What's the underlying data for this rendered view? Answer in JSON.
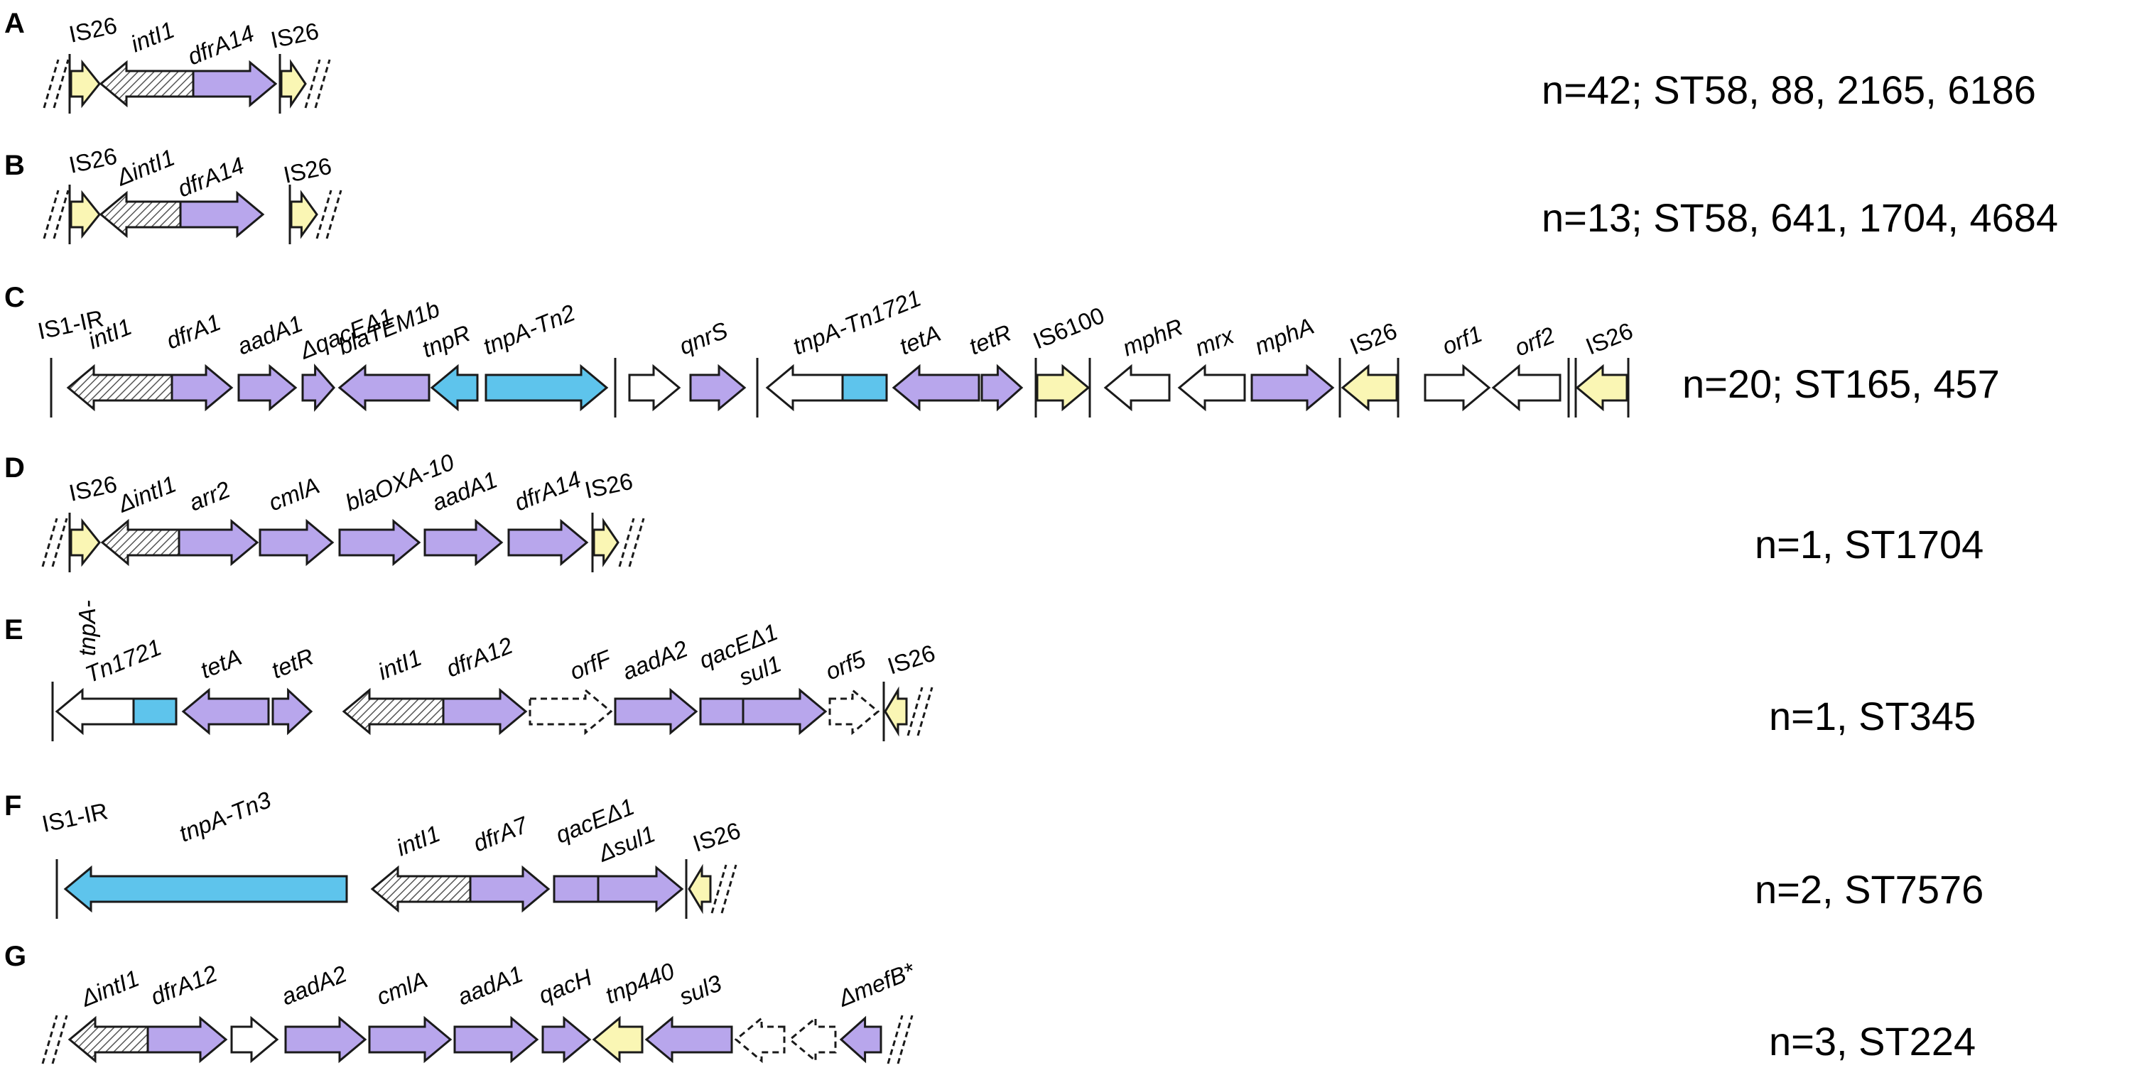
{
  "colors": {
    "purple": "#b8a6ec",
    "blue": "#5ec4ec",
    "yellow": "#faf6b4",
    "white": "#ffffff",
    "outline": "#1a1a1a"
  },
  "rows": [
    {
      "letter": "A",
      "summary": "n=42; ST58, 88, 2165, 6186",
      "labels": [
        {
          "text": "IS26",
          "italic": false
        },
        {
          "text": "intI1",
          "italic": true
        },
        {
          "text": "dfrA14",
          "italic": true
        },
        {
          "text": "IS26",
          "italic": false
        }
      ]
    },
    {
      "letter": "B",
      "summary": "n=13; ST58, 641, 1704, 4684",
      "labels": [
        {
          "text": "IS26",
          "italic": false
        },
        {
          "text": "ΔintI1",
          "italic": true
        },
        {
          "text": "dfrA14",
          "italic": true
        },
        {
          "text": "IS26",
          "italic": false
        }
      ]
    },
    {
      "letter": "C",
      "summary": "n=20; ST165, 457",
      "labels": [
        {
          "text": "IS1-IR",
          "italic": false
        },
        {
          "text": "intI1",
          "italic": true
        },
        {
          "text": "dfrA1",
          "italic": true
        },
        {
          "text": "aadA1",
          "italic": true
        },
        {
          "text": "ΔqacEΔ1",
          "italic": true
        },
        {
          "text": "blaTEM1b",
          "italic": true
        },
        {
          "text": "tnpR",
          "italic": true
        },
        {
          "text": "tnpA-Tn2",
          "italic": true
        },
        {
          "text": "qnrS",
          "italic": true
        },
        {
          "text": "tnpA-Tn1721",
          "italic": true
        },
        {
          "text": "tetA",
          "italic": true
        },
        {
          "text": "tetR",
          "italic": true
        },
        {
          "text": "IS6100",
          "italic": false
        },
        {
          "text": "mphR",
          "italic": true
        },
        {
          "text": "mrx",
          "italic": true
        },
        {
          "text": "mphA",
          "italic": true
        },
        {
          "text": "IS26",
          "italic": false
        },
        {
          "text": "orf1",
          "italic": true
        },
        {
          "text": "orf2",
          "italic": true
        },
        {
          "text": "IS26",
          "italic": false
        }
      ]
    },
    {
      "letter": "D",
      "summary": "n=1, ST1704",
      "labels": [
        {
          "text": "IS26",
          "italic": false
        },
        {
          "text": "ΔintI1",
          "italic": true
        },
        {
          "text": "arr2",
          "italic": true
        },
        {
          "text": "cmlA",
          "italic": true
        },
        {
          "text": "blaOXA-10",
          "italic": true
        },
        {
          "text": "aadA1",
          "italic": true
        },
        {
          "text": "dfrA14",
          "italic": true
        },
        {
          "text": "IS26",
          "italic": false
        }
      ]
    },
    {
      "letter": "E",
      "summary": "n=1, ST345",
      "labels": [
        {
          "text": "tnpA-",
          "italic": true
        },
        {
          "text": "Tn1721",
          "italic": true
        },
        {
          "text": "tetA",
          "italic": true
        },
        {
          "text": "tetR",
          "italic": true
        },
        {
          "text": "intI1",
          "italic": true
        },
        {
          "text": "dfrA12",
          "italic": true
        },
        {
          "text": "orfF",
          "italic": true
        },
        {
          "text": "aadA2",
          "italic": true
        },
        {
          "text": "qacEΔ1",
          "italic": true
        },
        {
          "text": "sul1",
          "italic": true
        },
        {
          "text": "orf5",
          "italic": true
        },
        {
          "text": "IS26",
          "italic": false
        }
      ]
    },
    {
      "letter": "F",
      "summary": "n=2, ST7576",
      "labels": [
        {
          "text": "IS1-IR",
          "italic": false
        },
        {
          "text": "tnpA-Tn3",
          "italic": true
        },
        {
          "text": "intI1",
          "italic": true
        },
        {
          "text": "dfrA7",
          "italic": true
        },
        {
          "text": "qacEΔ1",
          "italic": true
        },
        {
          "text": "Δsul1",
          "italic": true
        },
        {
          "text": "IS26",
          "italic": false
        }
      ]
    },
    {
      "letter": "G",
      "summary": "n=3, ST224",
      "labels": [
        {
          "text": "ΔintI1",
          "italic": true
        },
        {
          "text": "dfrA12",
          "italic": true
        },
        {
          "text": "aadA2",
          "italic": true
        },
        {
          "text": "cmlA",
          "italic": true
        },
        {
          "text": "aadA1",
          "italic": true
        },
        {
          "text": "qacH",
          "italic": true
        },
        {
          "text": "tnp440",
          "italic": true
        },
        {
          "text": "sul3",
          "italic": true
        },
        {
          "text": "ΔmefB*",
          "italic": true
        }
      ]
    }
  ]
}
